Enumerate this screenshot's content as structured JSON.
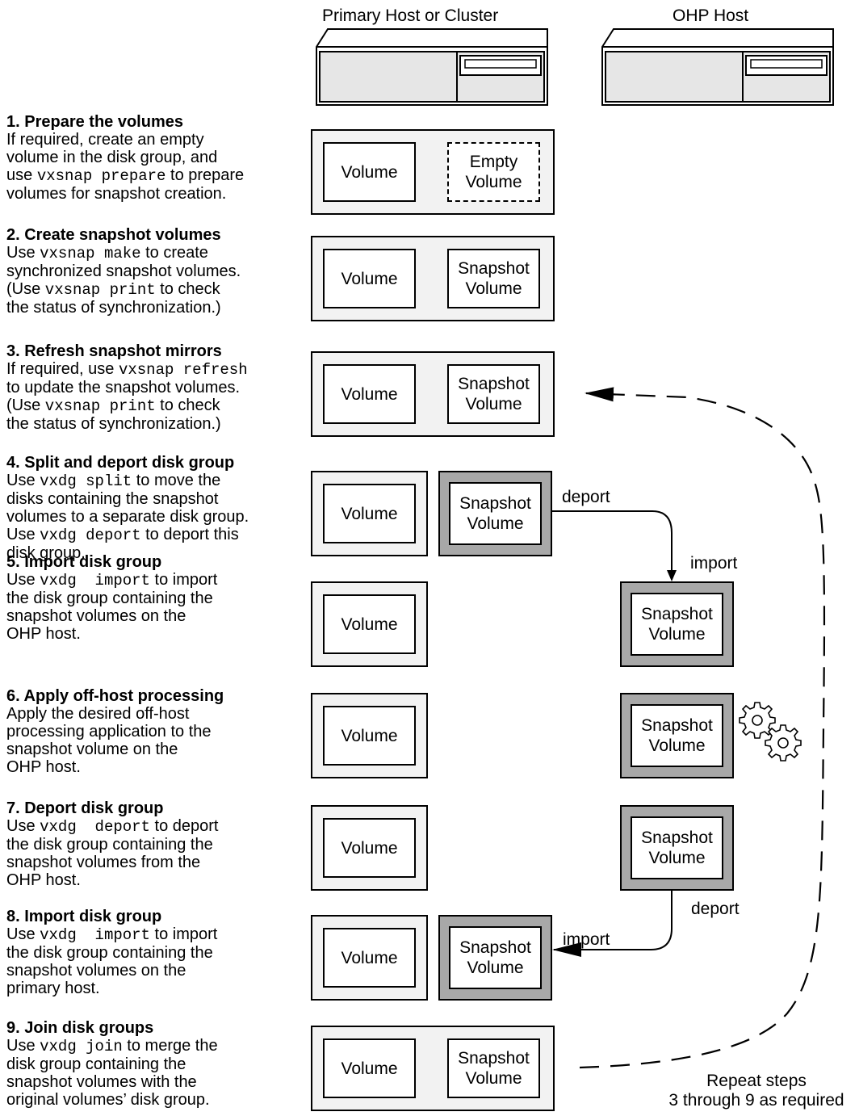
{
  "headers": {
    "primary": "Primary Host or Cluster",
    "ohp": "OHP Host"
  },
  "steps": [
    {
      "title": "1. Prepare the volumes",
      "lines": [
        [
          {
            "t": "If required, create an empty"
          }
        ],
        [
          {
            "t": "volume in the disk group, and"
          }
        ],
        [
          {
            "t": "use "
          },
          {
            "t": "vxsnap prepare",
            "mono": true
          },
          {
            "t": " to prepare"
          }
        ],
        [
          {
            "t": "volumes for snapshot creation."
          }
        ]
      ]
    },
    {
      "title": "2. Create snapshot volumes",
      "lines": [
        [
          {
            "t": "Use "
          },
          {
            "t": "vxsnap make",
            "mono": true
          },
          {
            "t": " to create"
          }
        ],
        [
          {
            "t": "synchronized snapshot volumes."
          }
        ],
        [
          {
            "t": "(Use "
          },
          {
            "t": "vxsnap print",
            "mono": true
          },
          {
            "t": " to check"
          }
        ],
        [
          {
            "t": "the status of synchronization.)"
          }
        ]
      ]
    },
    {
      "title": "3. Refresh snapshot mirrors",
      "lines": [
        [
          {
            "t": "If required, use "
          },
          {
            "t": "vxsnap refresh",
            "mono": true
          }
        ],
        [
          {
            "t": "to update the snapshot volumes."
          }
        ],
        [
          {
            "t": "(Use "
          },
          {
            "t": "vxsnap print",
            "mono": true
          },
          {
            "t": " to check"
          }
        ],
        [
          {
            "t": "the status of synchronization.)"
          }
        ]
      ]
    },
    {
      "title": "4. Split and deport disk group",
      "lines": [
        [
          {
            "t": "Use "
          },
          {
            "t": "vxdg split",
            "mono": true
          },
          {
            "t": " to move the"
          }
        ],
        [
          {
            "t": "disks containing the snapshot"
          }
        ],
        [
          {
            "t": "volumes to a separate disk group."
          }
        ],
        [
          {
            "t": "Use "
          },
          {
            "t": "vxdg deport",
            "mono": true
          },
          {
            "t": " to deport this"
          }
        ],
        [
          {
            "t": "disk group."
          }
        ]
      ]
    },
    {
      "title": "5. Import disk group",
      "lines": [
        [
          {
            "t": "Use "
          },
          {
            "t": "vxdg  import",
            "mono": true
          },
          {
            "t": " to import"
          }
        ],
        [
          {
            "t": "the disk group containing the"
          }
        ],
        [
          {
            "t": "snapshot volumes on the"
          }
        ],
        [
          {
            "t": "OHP host."
          }
        ]
      ]
    },
    {
      "title": "6. Apply off-host processing",
      "lines": [
        [
          {
            "t": "Apply the desired off-host"
          }
        ],
        [
          {
            "t": "processing application to the"
          }
        ],
        [
          {
            "t": "snapshot volume on the"
          }
        ],
        [
          {
            "t": "OHP host."
          }
        ]
      ]
    },
    {
      "title": "7. Deport disk group",
      "lines": [
        [
          {
            "t": "Use "
          },
          {
            "t": "vxdg  deport",
            "mono": true
          },
          {
            "t": " to deport"
          }
        ],
        [
          {
            "t": "the disk group containing the"
          }
        ],
        [
          {
            "t": "snapshot volumes from the"
          }
        ],
        [
          {
            "t": "OHP host."
          }
        ]
      ]
    },
    {
      "title": "8. Import disk group",
      "lines": [
        [
          {
            "t": "Use "
          },
          {
            "t": "vxdg  import",
            "mono": true
          },
          {
            "t": " to import"
          }
        ],
        [
          {
            "t": "the disk group containing the"
          }
        ],
        [
          {
            "t": "snapshot volumes on the"
          }
        ],
        [
          {
            "t": "primary host."
          }
        ]
      ]
    },
    {
      "title": "9. Join disk groups",
      "lines": [
        [
          {
            "t": "Use "
          },
          {
            "t": "vxdg join",
            "mono": true
          },
          {
            "t": " to merge the"
          }
        ],
        [
          {
            "t": "disk group containing the"
          }
        ],
        [
          {
            "t": "snapshot volumes with the"
          }
        ],
        [
          {
            "t": "original volumes’ disk group."
          }
        ]
      ]
    }
  ],
  "boxes": {
    "volume": "Volume",
    "empty_l1": "Empty",
    "empty_l2": "Volume",
    "snap_l1": "Snapshot",
    "snap_l2": "Volume"
  },
  "arrows": {
    "deport": "deport",
    "import": "import",
    "deport2": "deport",
    "import2": "import",
    "repeat_l1": "Repeat steps",
    "repeat_l2": "3 through 9 as required"
  },
  "icons": [
    "server-icon",
    "gears-icon"
  ]
}
